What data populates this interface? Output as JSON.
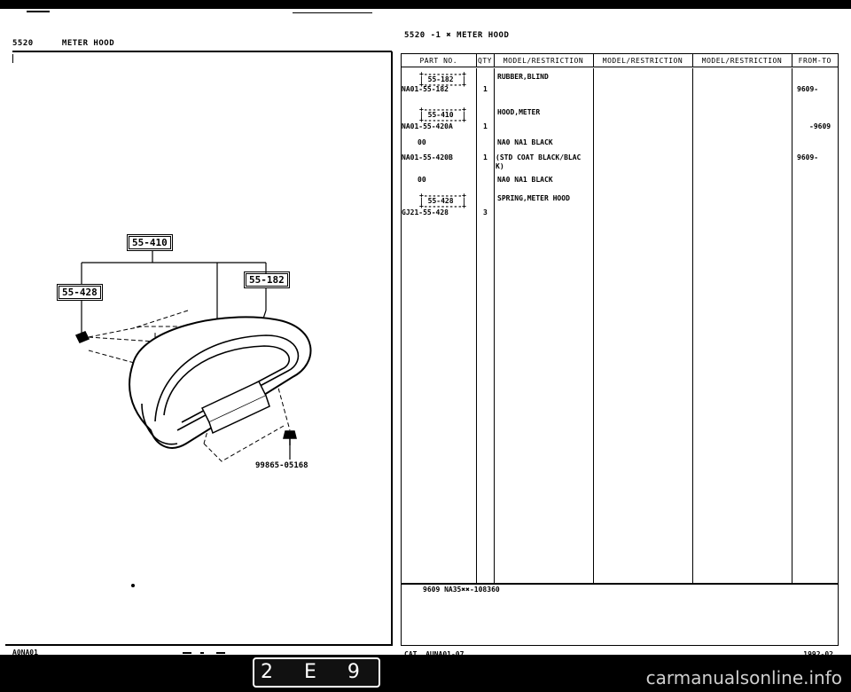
{
  "left_page": {
    "section_number": "5520",
    "section_title": "METER HOOD",
    "footer_code": "A0NA01"
  },
  "diagram": {
    "callouts": [
      "55-410",
      "55-428",
      "55-182"
    ],
    "bolt_part_number": "99865-05168"
  },
  "right_page": {
    "header": "5520  -1  ✖  METER HOOD",
    "footer_catalog": "CAT. AUNA01-07",
    "footer_date": "1992-02",
    "serial_note": "9609 NA35✖✖-108360"
  },
  "table": {
    "columns": [
      "PART NO.",
      "QTY",
      "MODEL/RESTRICTION",
      "MODEL/RESTRICTION",
      "MODEL/RESTRICTION",
      "FROM-TO"
    ],
    "rows": [
      {
        "box": "+---------+\n| 55-182  |\n+---------+",
        "part": "NA01-55-182",
        "qty": "1",
        "desc": "RUBBER,BLIND",
        "from_to": "9609-"
      },
      {
        "box": "+---------+\n| 55-410  |\n+---------+",
        "part": "NA01-55-420A",
        "qty": "1",
        "desc": "HOOD,METER",
        "from_to": "-9609"
      },
      {
        "box": "",
        "part": "00",
        "qty": "",
        "desc": "NA0 NA1 BLACK",
        "from_to": ""
      },
      {
        "box": "",
        "part": "NA01-55-420B",
        "qty": "1",
        "desc": "(STD COAT BLACK/BLAC\nK)",
        "from_to": "9609-"
      },
      {
        "box": "",
        "part": "00",
        "qty": "",
        "desc": "NA0 NA1 BLACK",
        "from_to": ""
      },
      {
        "box": "+---------+\n| 55-428  |\n+---------+",
        "part": "GJ21-55-428",
        "qty": "3",
        "desc": "SPRING,METER HOOD",
        "from_to": ""
      }
    ]
  },
  "tab": {
    "label": "2 E 9"
  },
  "watermark": "carmanualsonline.info"
}
